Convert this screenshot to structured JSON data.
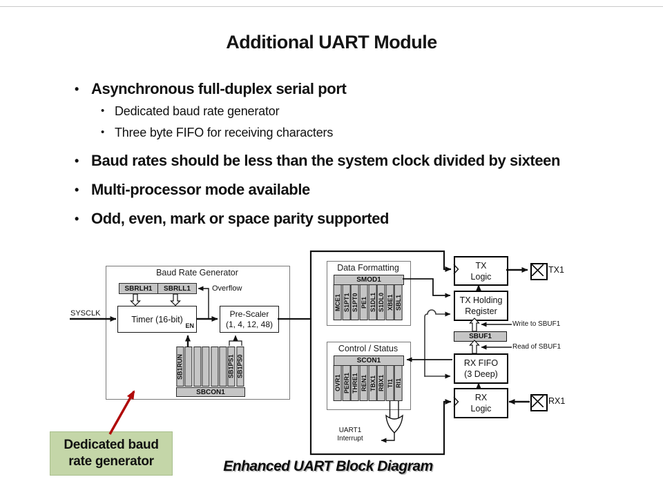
{
  "slide": {
    "title": "Additional UART Module",
    "bullet_char": "•",
    "bullets": [
      {
        "level": 1,
        "text": "Asynchronous full-duplex serial port"
      },
      {
        "level": 2,
        "text": "Dedicated baud rate generator"
      },
      {
        "level": 2,
        "text": "Three byte FIFO for receiving characters"
      },
      {
        "level": 1,
        "text": "Baud rates should be less than the system clock divided by sixteen"
      },
      {
        "level": 1,
        "text": "Multi-processor mode available"
      },
      {
        "level": 1,
        "text": "Odd, even, mark or space parity supported"
      }
    ]
  },
  "diagram": {
    "caption": "Enhanced UART Block Diagram",
    "callout": {
      "line1": "Dedicated baud",
      "line2": "rate generator"
    },
    "labels": {
      "sysclk": "SYSCLK",
      "overflow": "Overflow",
      "en": "EN",
      "write_sbuf1": "Write to SBUF1",
      "read_sbuf1": "Read of SBUF1",
      "uart1_line1": "UART1",
      "uart1_line2": "Interrupt"
    },
    "brg": {
      "title": "Baud Rate Generator",
      "sbrlh1": "SBRLH1",
      "sbrll1": "SBRLL1",
      "timer": "Timer (16-bit)",
      "prescaler1": "Pre-Scaler",
      "prescaler2": "(1, 4, 12, 48)",
      "sbcon1_label": "SBCON1",
      "sbcon1_bits": [
        "SB1RUN",
        "",
        "",
        "",
        "",
        "",
        "SB1PS1",
        "SB1PS0"
      ]
    },
    "data_formatting": {
      "title": "Data Formatting",
      "reg": "SMOD1",
      "bits": [
        "MCE1",
        "S1PT1",
        "S1PT0",
        "PE1",
        "S1DL1",
        "S1DL0",
        "XBE1",
        "SBL1"
      ]
    },
    "control_status": {
      "title": "Control / Status",
      "reg": "SCON1",
      "bits": [
        "OVR1",
        "PERR1",
        "THRE1",
        "REN1",
        "TBX1",
        "RBX1",
        "TI1",
        "RI1"
      ]
    },
    "blocks": {
      "tx_logic1": "TX",
      "tx_logic2": "Logic",
      "tx_hold1": "TX Holding",
      "tx_hold2": "Register",
      "sbuf1": "SBUF1",
      "rx_fifo1": "RX FIFO",
      "rx_fifo2": "(3 Deep)",
      "rx_logic1": "RX",
      "rx_logic2": "Logic"
    },
    "pins": {
      "tx1": "TX1",
      "rx1": "RX1"
    },
    "colors": {
      "register_fill": "#c5c5c5",
      "callout_fill": "#c4d6a8",
      "red_arrow": "#b00a0a"
    }
  }
}
